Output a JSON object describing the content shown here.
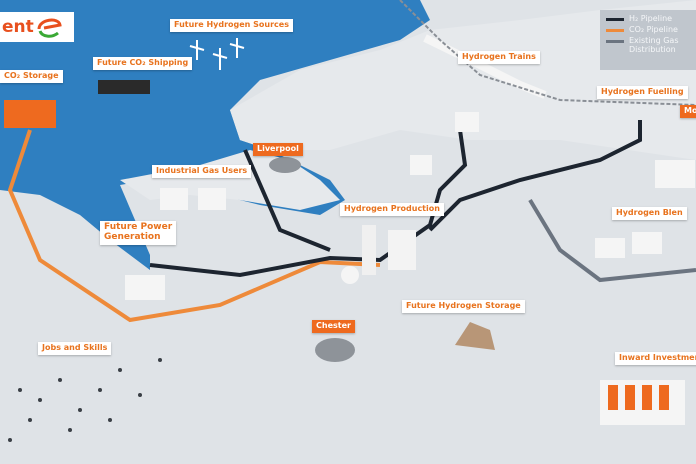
{
  "logo": {
    "text": "ent"
  },
  "legend": {
    "items": [
      {
        "label": "H₂ Pipeline",
        "color": "#1d2530"
      },
      {
        "label": "CO₂ Pipeline",
        "color": "#ee8a3a"
      },
      {
        "label": "Existing Gas Distribution",
        "color": "#6b7480"
      }
    ]
  },
  "labels": {
    "co2_storage": "CO₂ Storage",
    "co2_shipping": "Future CO₂ Shipping",
    "hydrogen_sources": "Future Hydrogen Sources",
    "hydrogen_trains": "Hydrogen Trains",
    "hydrogen_fuelling": "Hydrogen Fuelling",
    "mo": "Mo",
    "liverpool": "Liverpool",
    "industrial_gas_users": "Industrial Gas Users",
    "hydrogen_production": "Hydrogen Production",
    "power_generation_1": "Future Power",
    "power_generation_2": "Generation",
    "hydrogen_blending": "Hydrogen Blen",
    "hydrogen_storage": "Future Hydrogen Storage",
    "chester": "Chester",
    "jobs_skills": "Jobs and Skills",
    "inward_investment": "Inward Investment"
  },
  "colors": {
    "water": "#2f7fc0",
    "land": "#dfe3e7",
    "accent": "#ee6a1f"
  }
}
